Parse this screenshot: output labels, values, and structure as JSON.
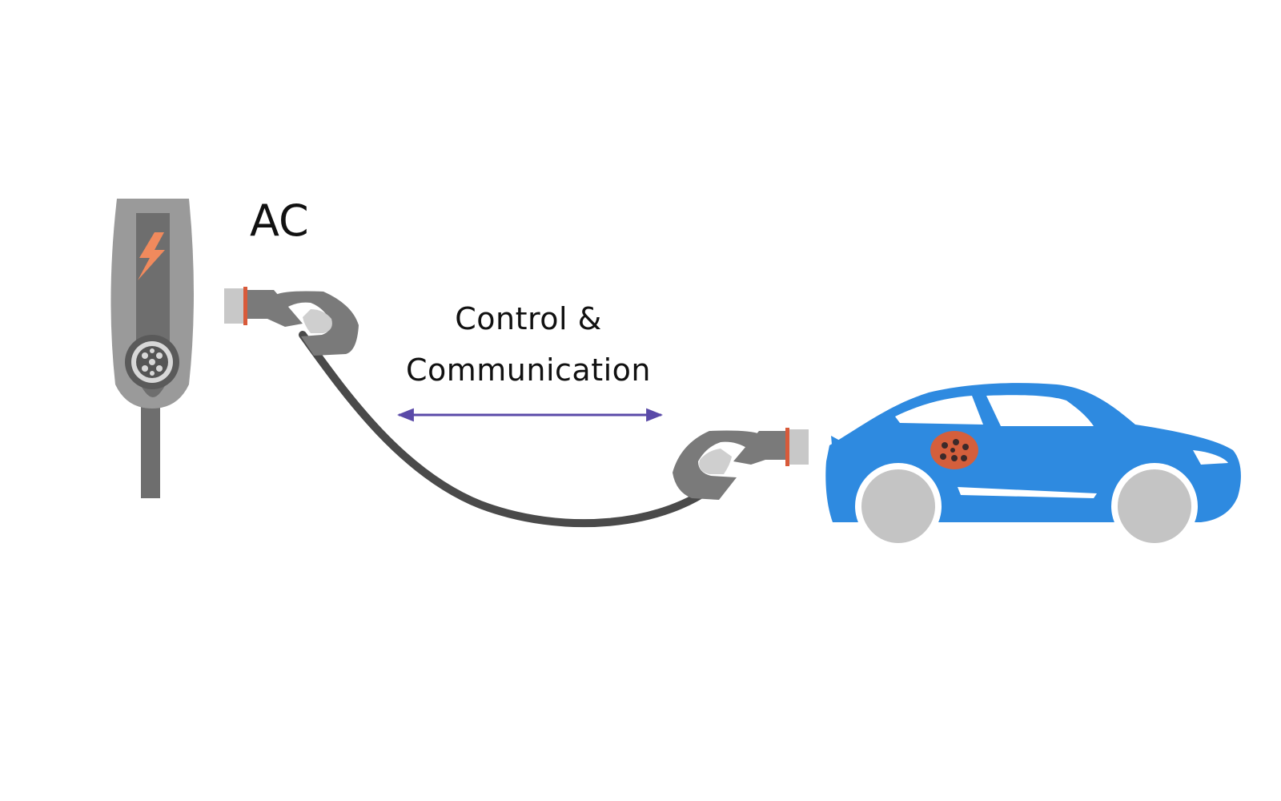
{
  "labels": {
    "power_type": "AC",
    "link_line1": "Control &",
    "link_line2": "Communication"
  },
  "colors": {
    "charger_body": "#9a9a9a",
    "charger_panel": "#6e6e6e",
    "bolt": "#f08a5d",
    "cable": "#4a4a4a",
    "plug_tip": "#c8c8c8",
    "plug_accent": "#d85a3a",
    "arrow": "#5a4aa8",
    "car_body": "#2e8ae0",
    "car_window": "#ffffff",
    "wheel": "#c4c4c4",
    "inlet": "#d45f3c"
  },
  "icons": {
    "charger": "ev-charging-station-icon",
    "bolt": "lightning-bolt-icon",
    "plug": "charging-plug-icon",
    "car": "electric-car-icon"
  }
}
